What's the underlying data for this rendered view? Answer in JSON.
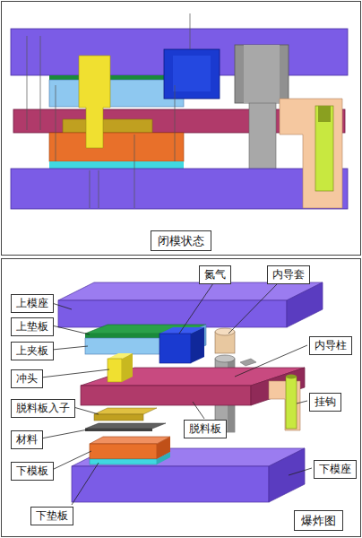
{
  "diagram": {
    "nodes": [
      {
        "text": [
          "闭模状态"
        ]
      },
      {
        "text": [
          "上模座"
        ]
      },
      {
        "text": [
          "氮气"
        ]
      },
      {
        "text": [
          "内导套"
        ]
      },
      {
        "text": [
          "上垫板"
        ]
      },
      {
        "text": [
          "上夹板"
        ]
      },
      {
        "text": [
          "内导柱"
        ]
      },
      {
        "text": [
          "冲头"
        ]
      },
      {
        "text": [
          "挂钩"
        ]
      },
      {
        "text": [
          "脱料板入子"
        ]
      },
      {
        "text": [
          "脱料板"
        ]
      },
      {
        "text": [
          "材料"
        ]
      },
      {
        "text": [
          "下模座"
        ]
      },
      {
        "text": [
          "下模板"
        ]
      },
      {
        "text": [
          "下垫板"
        ]
      },
      {
        "text": [
          "爆炸图"
        ]
      }
    ]
  }
}
